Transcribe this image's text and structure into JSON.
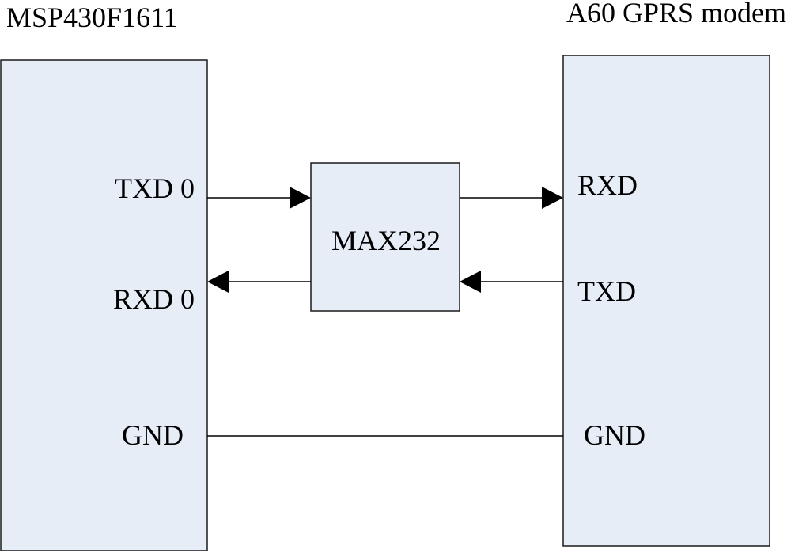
{
  "colors": {
    "block_fill": "#e6edf7",
    "block_stroke": "#1a1a1a",
    "wire": "#000000"
  },
  "blocks": {
    "mcu": {
      "title": "MSP430F1611",
      "pins": {
        "txd": "TXD 0",
        "rxd": "RXD 0",
        "gnd": "GND"
      }
    },
    "converter": {
      "title": "MAX232"
    },
    "modem": {
      "title": "A60 GPRS modem",
      "pins": {
        "rxd": "RXD",
        "txd": "TXD",
        "gnd": "GND"
      }
    }
  }
}
